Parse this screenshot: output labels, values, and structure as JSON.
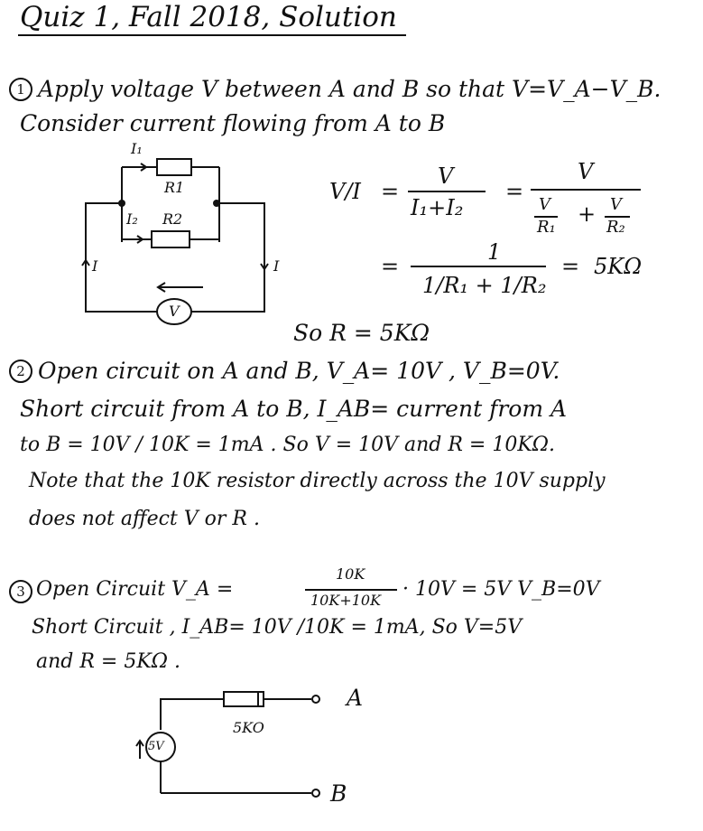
{
  "title": "Quiz 1, Fall 2018, Solution",
  "problem1": {
    "number": "1",
    "line1": "Apply voltage V between A and B so that V=V_A−V_B.",
    "line2": "Consider current flowing from A to B",
    "circuit": {
      "i1": "I₁",
      "r1": "R1",
      "i2": "I₂",
      "r2": "R2",
      "i_left": "I",
      "i_right": "I",
      "meter": "V"
    },
    "eq": {
      "lhs": "V/I",
      "f1_num": "V",
      "f1_den": "I₁+I₂",
      "f2_num_a": "V",
      "f2_den_a": "R₁",
      "plus": "+",
      "f2_num_b": "V",
      "f2_den_b": "R₂",
      "f3_num": "1",
      "f3_den": "1/R₁ + 1/R₂",
      "result": "5KΩ"
    },
    "conclusion": "So R = 5KΩ"
  },
  "problem2": {
    "number": "2",
    "line1": "Open circuit on A and B, V_A= 10V , V_B=0V.",
    "line2": "Short circuit from A to B, I_AB= current from A",
    "line3": "to B = 10V / 10K = 1mA . So V = 10V and R = 10KΩ.",
    "line4": "Note that the 10K resistor directly across the 10V supply",
    "line5": "does not affect V or R ."
  },
  "problem3": {
    "number": "3",
    "line1_prefix": "Open Circuit V_A =",
    "frac_num": "10K",
    "frac_den": "10K+10K",
    "line1_suffix": "· 10V = 5V     V_B=0V",
    "line2": "Short Circuit , I_AB= 10V /10K = 1mA, So V=5V",
    "line3": "and R = 5KΩ .",
    "circuit": {
      "source": "5V",
      "resistor": "5KO",
      "node_a": "A",
      "node_b": "B"
    }
  }
}
